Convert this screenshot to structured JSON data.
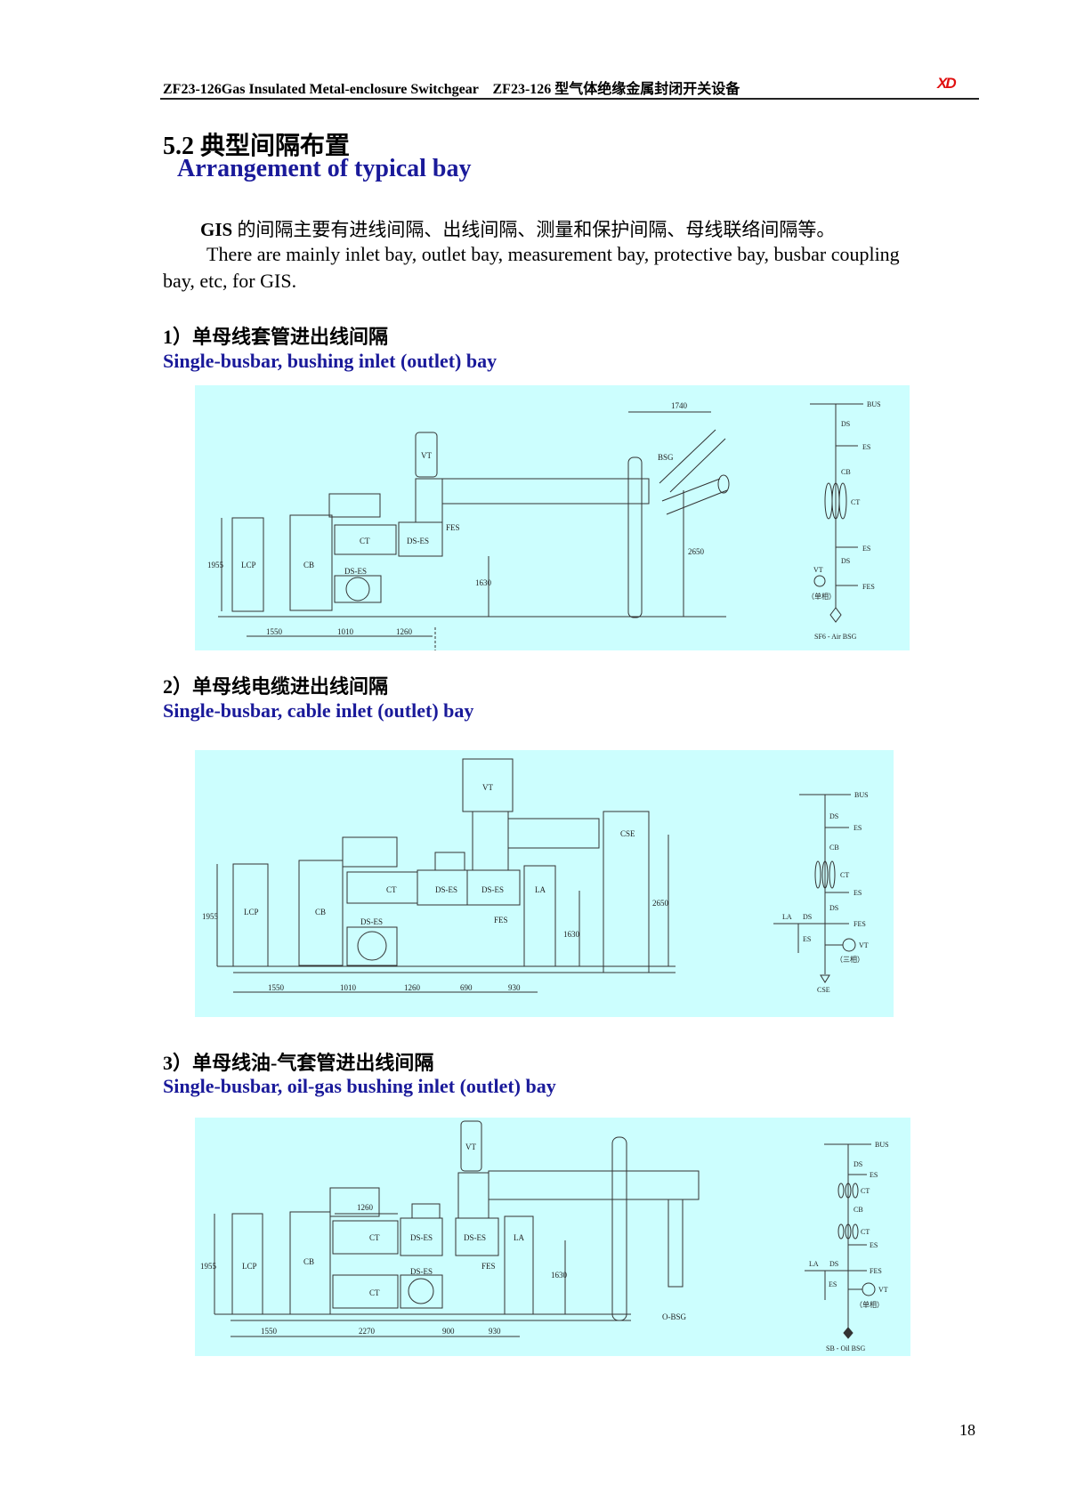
{
  "header": {
    "title_en": "ZF23-126Gas Insulated Metal-enclosure Switchgear",
    "title_cn": "ZF23-126 型气体绝缘金属封闭开关设备",
    "logo": "XD"
  },
  "section": {
    "number_title_cn": "5.2  典型间隔布置",
    "title_en": "Arrangement of typical bay",
    "intro_cn_bold": "GIS",
    "intro_cn": " 的间隔主要有进线间隔、出线间隔、测量和保护间隔、母线联络间隔等。",
    "intro_en_line1": "There are mainly inlet bay, outlet bay, measurement bay, protective bay, busbar coupling",
    "intro_en_line2": "bay, etc, for GIS."
  },
  "bays": [
    {
      "title_cn": "1）单母线套管进出线间隔",
      "title_en": "Single-busbar, bushing inlet (outlet) bay",
      "labels": {
        "lcp": "LCP",
        "cb": "CB",
        "ct": "CT",
        "dses": "DS-ES",
        "dses2": "DS-ES",
        "vt": "VT",
        "fes": "FES",
        "bsg": "BSG"
      },
      "dims": {
        "d1": "1550",
        "d2": "1010",
        "d3": "1260",
        "h1": "1955",
        "h2": "1630",
        "h3": "2650",
        "w1": "1740"
      },
      "sld": {
        "bus": "BUS",
        "ds1": "DS",
        "es1": "ES",
        "cb": "CB",
        "ct": "CT",
        "es2": "ES",
        "ds2": "DS",
        "fes": "FES",
        "vt": "VT",
        "phase": "（单相）",
        "end": "SF6 - Air BSG"
      }
    },
    {
      "title_cn": "2）单母线电缆进出线间隔",
      "title_en": "Single-busbar, cable inlet (outlet) bay",
      "labels": {
        "lcp": "LCP",
        "cb": "CB",
        "ct": "CT",
        "dses1": "DS-ES",
        "dses2": "DS-ES",
        "dses3": "DS-ES",
        "vt": "VT",
        "fes": "FES",
        "la": "LA",
        "cse": "CSE"
      },
      "dims": {
        "d1": "1550",
        "d2": "1010",
        "d3": "1260",
        "d4": "690",
        "d5": "930",
        "h1": "1955",
        "h2": "1630",
        "h3": "2650"
      },
      "sld": {
        "bus": "BUS",
        "ds1": "DS",
        "es1": "ES",
        "cb": "CB",
        "ct": "CT",
        "es2": "ES",
        "ds2": "DS",
        "la": "LA",
        "ds3": "DS",
        "es3": "ES",
        "fes": "FES",
        "vt": "VT",
        "phase": "（三相）",
        "end": "CSE"
      }
    },
    {
      "title_cn": "3）单母线油-气套管进出线间隔",
      "title_en": "Single-busbar, oil-gas bushing inlet (outlet) bay",
      "labels": {
        "lcp": "LCP",
        "cb": "CB",
        "ct1": "CT",
        "ct2": "CT",
        "dses1": "DS-ES",
        "dses2": "DS-ES",
        "dses3": "DS-ES",
        "vt": "VT",
        "fes": "FES",
        "la": "LA",
        "obsg": "O-BSG"
      },
      "dims": {
        "d1": "1550",
        "d2": "2270",
        "d3": "900",
        "d4": "930",
        "h1": "1955",
        "h2": "1630",
        "w1": "1260"
      },
      "sld": {
        "bus": "BUS",
        "ds1": "DS",
        "es1": "ES",
        "ct1": "CT",
        "cb": "CB",
        "ct2": "CT",
        "es2": "ES",
        "la": "LA",
        "ds2": "DS",
        "es3": "ES",
        "fes": "FES",
        "vt": "VT",
        "phase": "（单相）",
        "end": "SB - Oil BSG"
      }
    }
  ],
  "page_number": "18",
  "colors": {
    "panel": "#ccfefe",
    "heading_blue": "#1a1a9a",
    "logo": "#e01010"
  }
}
